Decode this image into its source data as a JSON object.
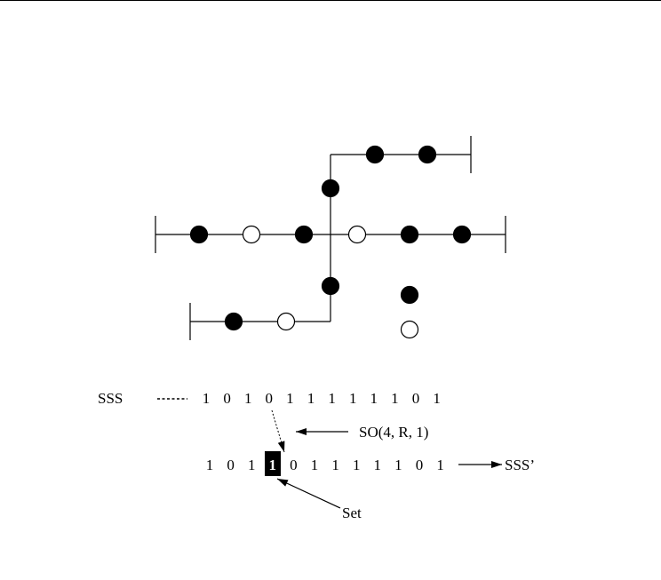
{
  "sss_label": "SSS",
  "sss_prime_label": "SSS’",
  "operation_label": "SO(4, R, 1)",
  "set_label": "Set",
  "sss_bits": [
    "1",
    "0",
    "1",
    "0",
    "1",
    "1",
    "1",
    "1",
    "1",
    "1",
    "0",
    "1"
  ],
  "result_bits": [
    "1",
    "0",
    "1",
    "1",
    "0",
    "1",
    "1",
    "1",
    "1",
    "1",
    "0",
    "1"
  ],
  "highlighted_index": 3,
  "colors": {
    "stroke": "#000000",
    "filled_node": "#000000",
    "empty_node": "#ffffff",
    "highlight_text": "#ffffff"
  }
}
